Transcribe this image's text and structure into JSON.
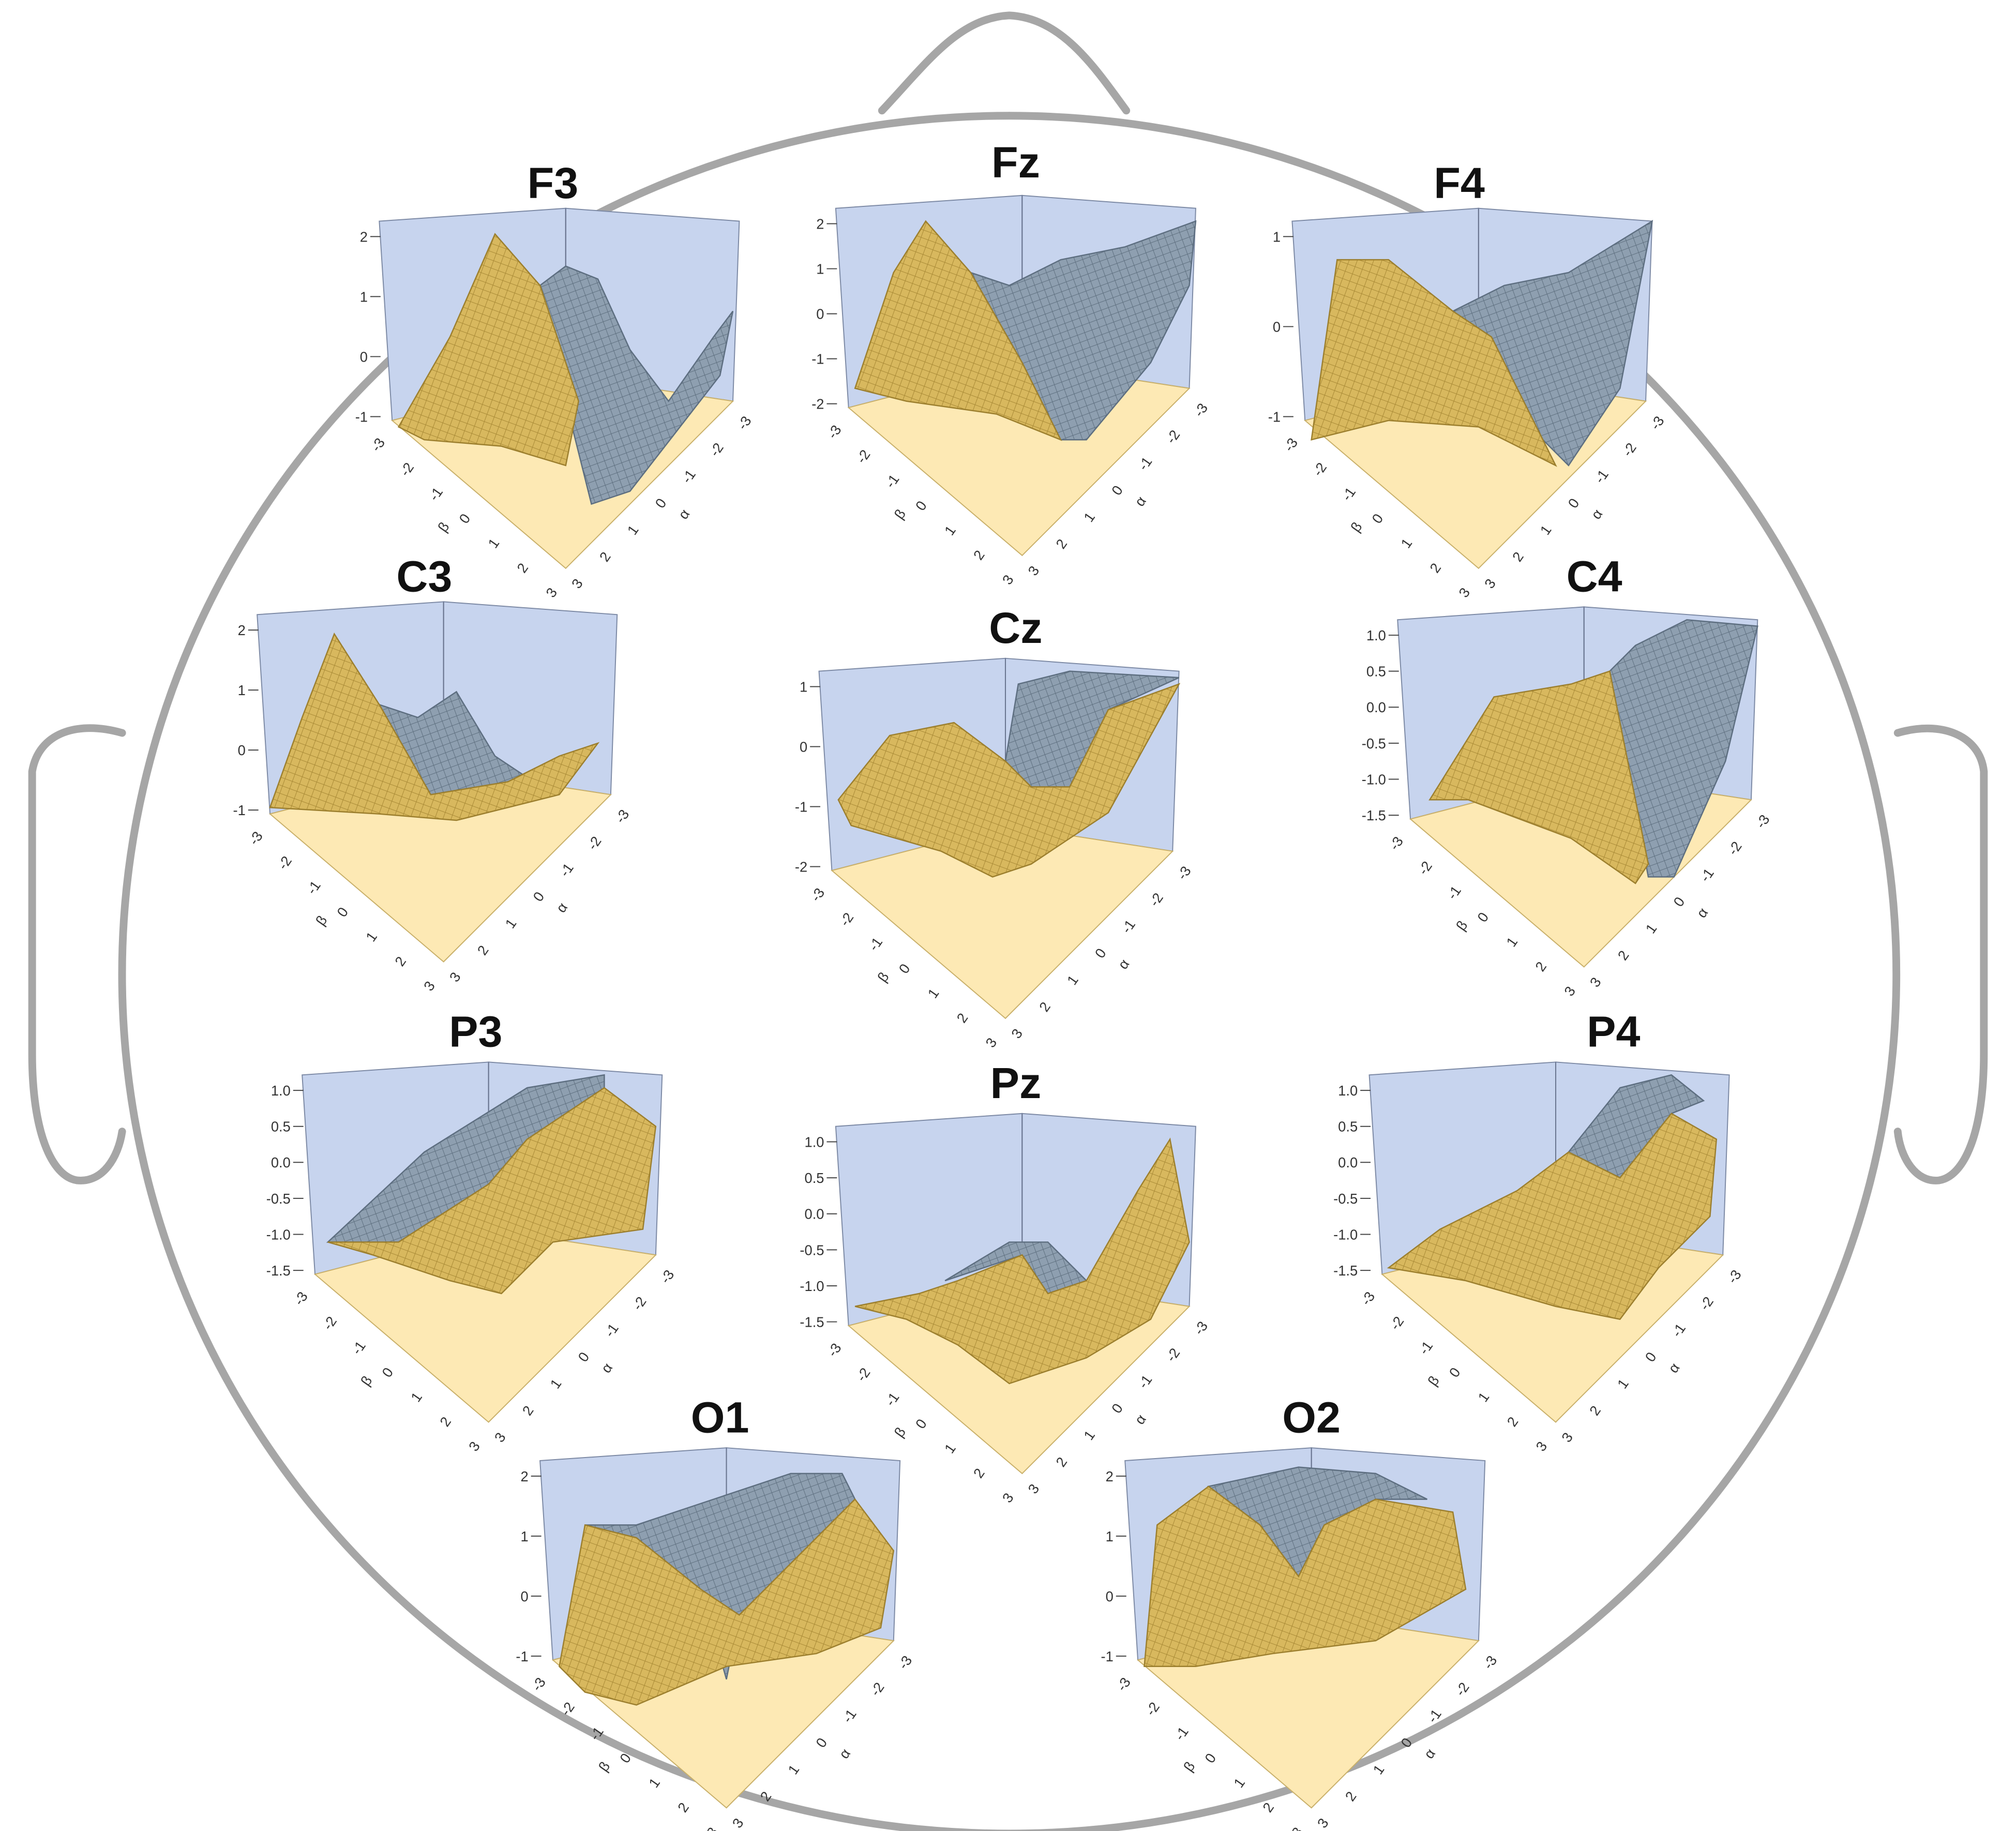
{
  "figure": {
    "colors": {
      "wall": "#c7d4ee",
      "floor": "#fde9b4",
      "surface_front": "#d8b85e",
      "surface_back": "#8e9fb0",
      "head_outline": "#a6a6a6"
    },
    "axis_labels": {
      "beta": "β",
      "alpha": "α"
    },
    "xy_ticks": [
      "-3",
      "-2",
      "-1",
      "0",
      "1",
      "2",
      "3"
    ],
    "panels": [
      {
        "id": "F3",
        "label": "F3",
        "z_ticks": [
          "2",
          "1",
          "0",
          "-1"
        ]
      },
      {
        "id": "Fz",
        "label": "Fz",
        "z_ticks": [
          "2",
          "1",
          "0",
          "-1",
          "-2"
        ]
      },
      {
        "id": "F4",
        "label": "F4",
        "z_ticks": [
          "1",
          "0",
          "-1"
        ]
      },
      {
        "id": "C3",
        "label": "C3",
        "z_ticks": [
          "2",
          "1",
          "0",
          "-1"
        ]
      },
      {
        "id": "Cz",
        "label": "Cz",
        "z_ticks": [
          "1",
          "0",
          "-1",
          "-2"
        ]
      },
      {
        "id": "C4",
        "label": "C4",
        "z_ticks": [
          "1.0",
          "0.5",
          "0.0",
          "-0.5",
          "-1.0",
          "-1.5"
        ]
      },
      {
        "id": "P3",
        "label": "P3",
        "z_ticks": [
          "1.0",
          "0.5",
          "0.0",
          "-0.5",
          "-1.0",
          "-1.5"
        ]
      },
      {
        "id": "Pz",
        "label": "Pz",
        "z_ticks": [
          "1.0",
          "0.5",
          "0.0",
          "-0.5",
          "-1.0",
          "-1.5"
        ]
      },
      {
        "id": "P4",
        "label": "P4",
        "z_ticks": [
          "1.0",
          "0.5",
          "0.0",
          "-0.5",
          "-1.0",
          "-1.5"
        ]
      },
      {
        "id": "O1",
        "label": "O1",
        "z_ticks": [
          "2",
          "1",
          "0",
          "-1"
        ]
      },
      {
        "id": "O2",
        "label": "O2",
        "z_ticks": [
          "2",
          "1",
          "0",
          "-1"
        ]
      }
    ]
  }
}
